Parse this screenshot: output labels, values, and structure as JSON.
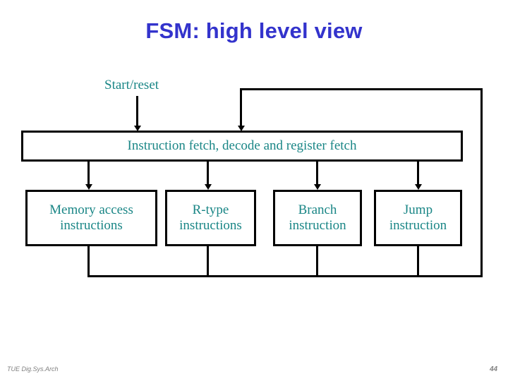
{
  "slide": {
    "title": "FSM: high level view",
    "footer_note": "TUE Dig.Sys.Arch",
    "page_number": "44",
    "title_color": "#3333cc",
    "label_color": "#1a8686",
    "line_color": "#000000",
    "footer_color": "#808080",
    "background": "#ffffff"
  },
  "diagram": {
    "start_reset_label": "Start/reset",
    "fetch_stage": {
      "label": "Instruction fetch, decode and register fetch"
    },
    "branches": [
      {
        "label_line1": "Memory access",
        "label_line2": "instructions"
      },
      {
        "label_line1": "R-type",
        "label_line2": "instructions"
      },
      {
        "label_line1": "Branch",
        "label_line2": "instruction"
      },
      {
        "label_line1": "Jump",
        "label_line2": "instruction"
      }
    ]
  }
}
